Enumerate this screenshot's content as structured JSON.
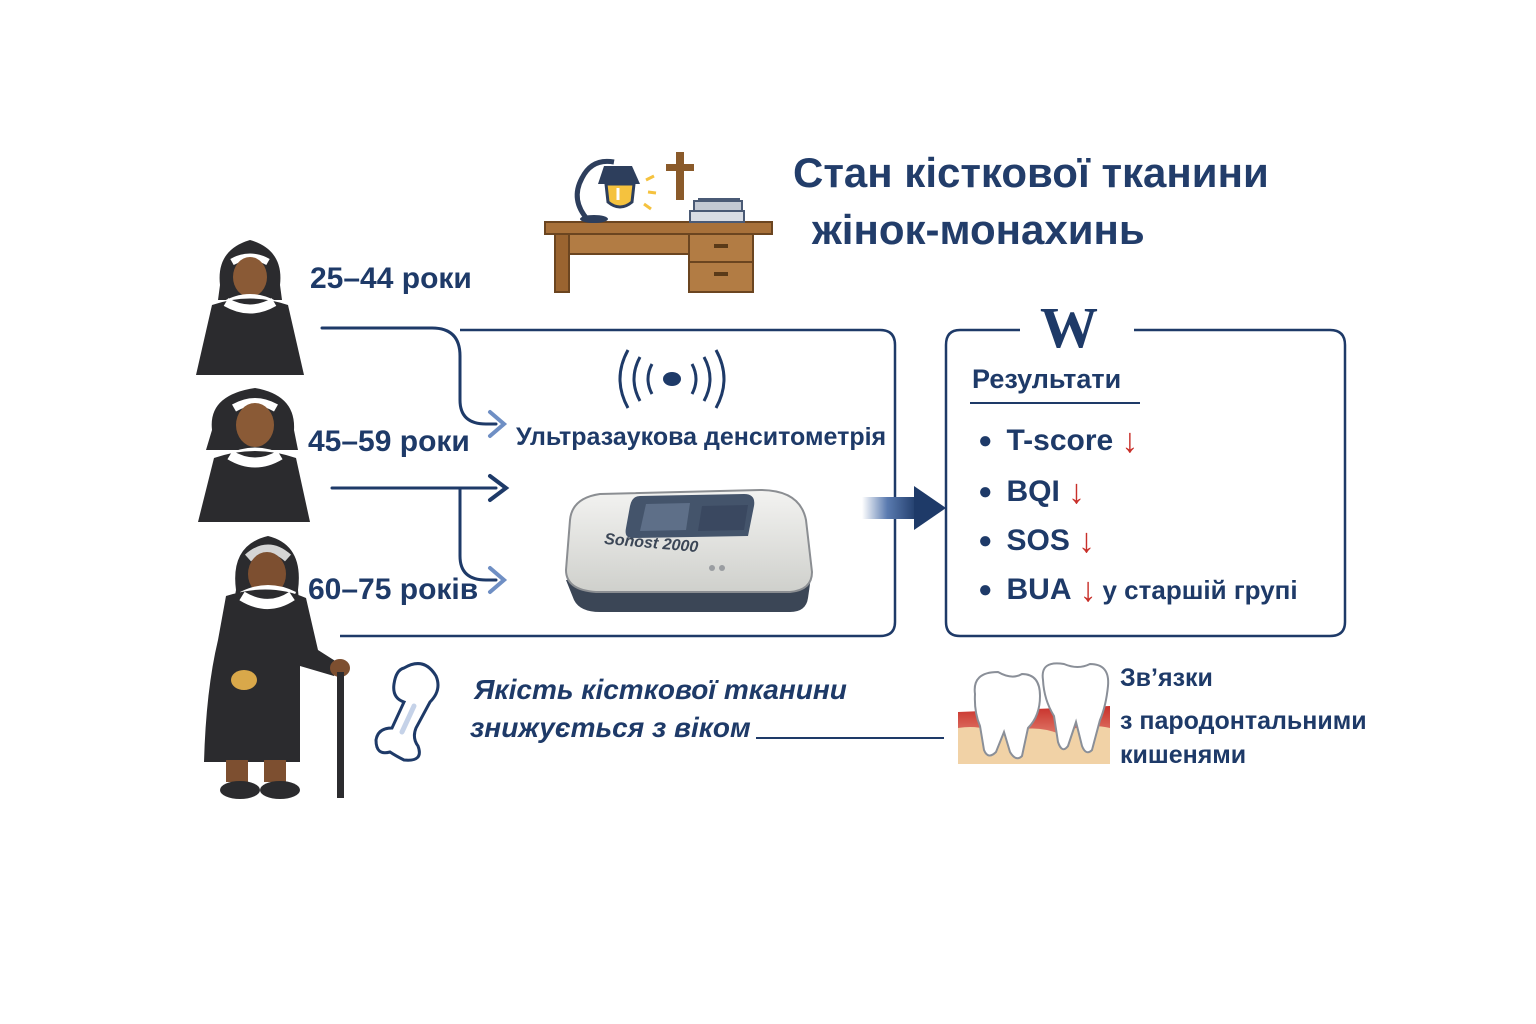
{
  "title": {
    "line1": "Стан кісткової тканини",
    "line2": "жінок-монахинь"
  },
  "groups": [
    {
      "label": "25–44 роки"
    },
    {
      "label": "45–59 роки"
    },
    {
      "label": "60–75 років"
    }
  ],
  "method": {
    "label": "Ультразаукова денситометрія",
    "device_name": "Sonost 2000"
  },
  "logo": {
    "letter": "W"
  },
  "results": {
    "heading": "Результати",
    "items": [
      {
        "name": "T-score",
        "trend": "↓",
        "note": ""
      },
      {
        "name": "BQI",
        "trend": "↓",
        "note": ""
      },
      {
        "name": "SOS",
        "trend": "↓",
        "note": ""
      },
      {
        "name": "BUA",
        "trend": "↓",
        "note": "у старшій групі"
      }
    ]
  },
  "conclusion": {
    "line1": "Якість кісткової тканини",
    "line2": "знижується з віком"
  },
  "association": {
    "line1": "Зв’язки",
    "line2": "з пародонтальними",
    "line3": "кишенями"
  },
  "colors": {
    "navy": "#1e3a68",
    "accent_blue": "#6f8fc4",
    "trend_red": "#c8302a",
    "habit": "#2b2b2e",
    "wood": "#a8713a"
  },
  "icons": [
    "desk-lamp-icon",
    "cross-icon",
    "books-icon",
    "desk-icon",
    "nun-icon",
    "signal-icon",
    "densitometer-icon",
    "bone-icon",
    "teeth-icon"
  ]
}
